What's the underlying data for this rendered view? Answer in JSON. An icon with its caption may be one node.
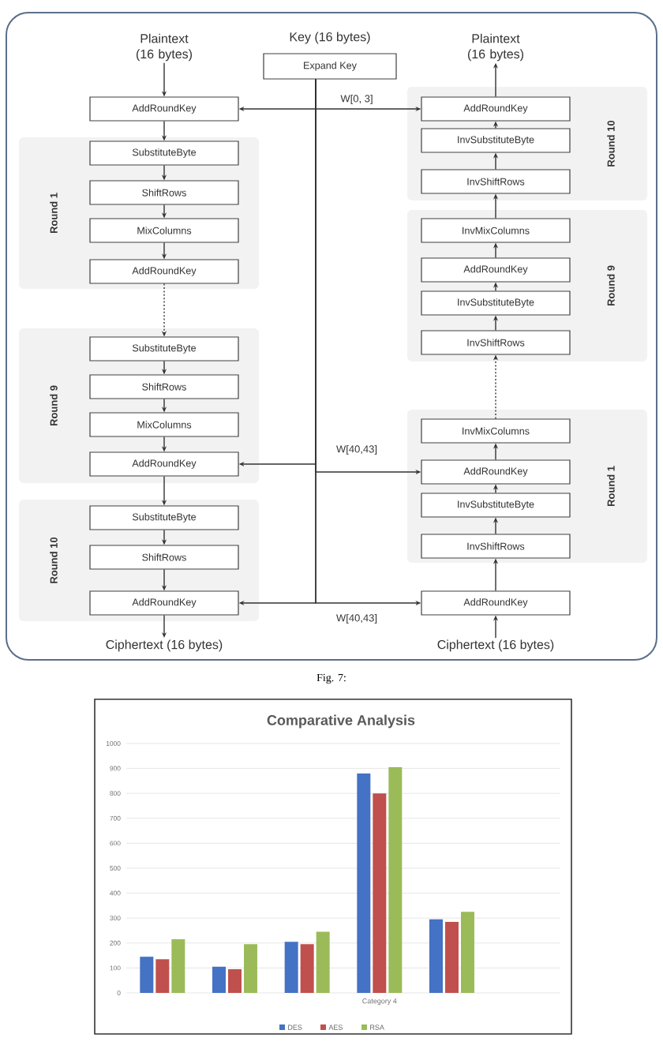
{
  "diagram": {
    "caption": "Fig. 7:",
    "nodes": [
      {
        "text": [
          "Plaintext (16 bytes)"
        ]
      },
      {
        "text": [
          "Key (16 bytes)",
          "Expand Key"
        ]
      },
      {
        "text": [
          "Plaintext (16 bytes)"
        ]
      },
      {
        "text": [
          "AddRoundKey"
        ]
      },
      {
        "text": [
          "Round 10"
        ]
      },
      {
        "text": [
          "AddRoundKey"
        ],
        "in": 4
      },
      {
        "text": [
          "InvSubstituteByte"
        ],
        "in": 4
      },
      {
        "text": [
          "InvShiftRows"
        ],
        "in": 4
      },
      {
        "text": [
          "Round 1"
        ]
      },
      {
        "text": [
          "SubstituteByte"
        ],
        "in": 8
      },
      {
        "text": [
          "ShiftRows"
        ],
        "in": 8
      },
      {
        "text": [
          "MixColumns"
        ],
        "in": 8
      },
      {
        "text": [
          "AddRoundKey"
        ],
        "in": 8
      },
      {
        "text": [
          "Round 9"
        ]
      },
      {
        "text": [
          "InvMixColumns"
        ],
        "in": 13
      },
      {
        "text": [
          "AddRoundKey"
        ],
        "in": 13
      },
      {
        "text": [
          "InvSubstituteByte"
        ],
        "in": 13
      },
      {
        "text": [
          "InvShiftRows"
        ],
        "in": 13
      },
      {
        "text": [
          "Round 9"
        ]
      },
      {
        "text": [
          "SubstituteByte"
        ],
        "in": 18
      },
      {
        "text": [
          "ShiftRows"
        ],
        "in": 18
      },
      {
        "text": [
          "MixColumns"
        ],
        "in": 18
      },
      {
        "text": [
          "AddRoundKey"
        ],
        "in": 18
      },
      {
        "text": [
          "Round 1"
        ]
      },
      {
        "text": [
          "InvMixColumns"
        ],
        "in": 23
      },
      {
        "text": [
          "AddRoundKey"
        ],
        "in": 23
      },
      {
        "text": [
          "InvSubstituteByte"
        ],
        "in": 23
      },
      {
        "text": [
          "InvShiftRows"
        ],
        "in": 23
      },
      {
        "text": [
          "Round 10"
        ]
      },
      {
        "text": [
          "SubstituteByte"
        ],
        "in": 28
      },
      {
        "text": [
          "ShiftRows"
        ],
        "in": 28
      },
      {
        "text": [
          "AddRoundKey"
        ],
        "in": 28
      },
      {
        "text": [
          "AddRoundKey"
        ]
      },
      {
        "text": [
          "Ciphertext (16 bytes)"
        ]
      },
      {
        "text": [
          "Ciphertext (16 bytes)"
        ]
      }
    ],
    "edges": [
      {
        "from": 0,
        "to": 3,
        "arrow": "to"
      },
      {
        "from": 3,
        "to": 9,
        "arrow": "to"
      },
      {
        "from": 9,
        "to": 10,
        "arrow": "to"
      },
      {
        "from": 10,
        "to": 11,
        "arrow": "to"
      },
      {
        "from": 11,
        "to": 12,
        "arrow": "to"
      },
      {
        "from": 12,
        "to": 19,
        "arrow": "to",
        "style": "dashed"
      },
      {
        "from": 19,
        "to": 20,
        "arrow": "to"
      },
      {
        "from": 20,
        "to": 21,
        "arrow": "to"
      },
      {
        "from": 21,
        "to": 22,
        "arrow": "to"
      },
      {
        "from": 22,
        "to": 29,
        "arrow": "to"
      },
      {
        "from": 29,
        "to": 30,
        "arrow": "to"
      },
      {
        "from": 30,
        "to": 31,
        "arrow": "to"
      },
      {
        "from": 31,
        "to": 33,
        "arrow": "to"
      },
      {
        "from": 34,
        "to": 32,
        "arrow": "to"
      },
      {
        "from": 32,
        "to": 27,
        "arrow": "to"
      },
      {
        "from": 27,
        "to": 26,
        "arrow": "to"
      },
      {
        "from": 26,
        "to": 25,
        "arrow": "to"
      },
      {
        "from": 25,
        "to": 24,
        "arrow": "to"
      },
      {
        "from": 24,
        "to": 17,
        "arrow": "to",
        "style": "dashed"
      },
      {
        "from": 17,
        "to": 16,
        "arrow": "to"
      },
      {
        "from": 16,
        "to": 15,
        "arrow": "to"
      },
      {
        "from": 15,
        "to": 14,
        "arrow": "to"
      },
      {
        "from": 14,
        "to": 7,
        "arrow": "to"
      },
      {
        "from": 7,
        "to": 6,
        "arrow": "to"
      },
      {
        "from": 6,
        "to": 5,
        "arrow": "to"
      },
      {
        "from": 5,
        "to": 2,
        "arrow": "to"
      },
      {
        "from": 1,
        "to": 3,
        "arrow": "to"
      },
      {
        "from": 1,
        "to": 5,
        "arrow": "to",
        "label": "W[0, 3]"
      },
      {
        "from": 1,
        "to": 22,
        "arrow": "to"
      },
      {
        "from": 1,
        "to": 25,
        "arrow": "to",
        "label": "W[40,43]"
      },
      {
        "from": 1,
        "to": 31,
        "arrow": "to"
      },
      {
        "from": 1,
        "to": 32,
        "arrow": "to",
        "label": "W[40,43]"
      }
    ],
    "chart_data": {
      "type": "bar",
      "title": "Comparative Analysis",
      "categories": [
        null,
        null,
        null,
        "Category 4",
        null,
        null
      ],
      "series": [
        {
          "name": "DES",
          "color": "#4472c4",
          "values": [
            145,
            105,
            205,
            880,
            295,
            null
          ]
        },
        {
          "name": "AES",
          "color": "#c0504d",
          "values": [
            135,
            95,
            195,
            800,
            285,
            null
          ]
        },
        {
          "name": "RSA",
          "color": "#9bbb59",
          "values": [
            215,
            195,
            245,
            905,
            325,
            null
          ]
        }
      ],
      "grid": true,
      "legend": "bottom",
      "ylim": [
        0,
        1000
      ],
      "yticks": [
        0,
        100,
        200,
        300,
        400,
        500,
        600,
        700,
        800,
        900,
        1000
      ]
    }
  }
}
